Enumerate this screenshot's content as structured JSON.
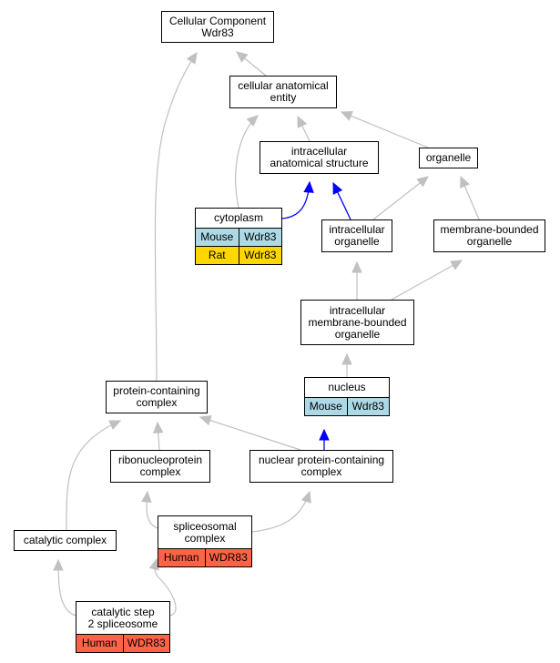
{
  "colors": {
    "edge_default": "#c0c0c0",
    "edge_highlight": "#0000ff",
    "mouse": "#add8e6",
    "rat": "#ffd700",
    "human": "#ff6347"
  },
  "nodes": {
    "root": {
      "label": "Cellular Component\nWdr83"
    },
    "cellular_anatomical_entity": {
      "label": "cellular anatomical\nentity"
    },
    "intracellular_anatomical_structure": {
      "label": "intracellular\nanatomical structure"
    },
    "organelle": {
      "label": "organelle"
    },
    "cytoplasm": {
      "label": "cytoplasm",
      "annotations": [
        {
          "species": "Mouse",
          "gene": "Wdr83"
        },
        {
          "species": "Rat",
          "gene": "Wdr83"
        }
      ]
    },
    "intracellular_organelle": {
      "label": "intracellular\norganelle"
    },
    "membrane_bounded_organelle": {
      "label": "membrane-bounded\norganelle"
    },
    "intracellular_membrane_bounded_organelle": {
      "label": "intracellular\nmembrane-bounded\norganelle"
    },
    "nucleus": {
      "label": "nucleus",
      "annotations": [
        {
          "species": "Mouse",
          "gene": "Wdr83"
        }
      ]
    },
    "protein_containing_complex": {
      "label": "protein-containing\ncomplex"
    },
    "ribonucleoprotein_complex": {
      "label": "ribonucleoprotein\ncomplex"
    },
    "nuclear_protein_containing_complex": {
      "label": "nuclear protein-containing\ncomplex"
    },
    "catalytic_complex": {
      "label": "catalytic complex"
    },
    "spliceosomal_complex": {
      "label": "spliceosomal\ncomplex",
      "annotations": [
        {
          "species": "Human",
          "gene": "WDR83"
        }
      ]
    },
    "catalytic_step_2_spliceosome": {
      "label": "catalytic step\n2 spliceosome",
      "annotations": [
        {
          "species": "Human",
          "gene": "WDR83"
        }
      ]
    }
  },
  "edges": [
    {
      "from": "cellular_anatomical_entity",
      "to": "root",
      "highlight": false
    },
    {
      "from": "protein_containing_complex",
      "to": "root",
      "highlight": false
    },
    {
      "from": "intracellular_anatomical_structure",
      "to": "cellular_anatomical_entity",
      "highlight": false
    },
    {
      "from": "organelle",
      "to": "cellular_anatomical_entity",
      "highlight": false
    },
    {
      "from": "cytoplasm",
      "to": "cellular_anatomical_entity",
      "highlight": false
    },
    {
      "from": "cytoplasm",
      "to": "intracellular_anatomical_structure",
      "highlight": true
    },
    {
      "from": "intracellular_organelle",
      "to": "intracellular_anatomical_structure",
      "highlight": true
    },
    {
      "from": "intracellular_organelle",
      "to": "organelle",
      "highlight": false
    },
    {
      "from": "membrane_bounded_organelle",
      "to": "organelle",
      "highlight": false
    },
    {
      "from": "intracellular_membrane_bounded_organelle",
      "to": "intracellular_organelle",
      "highlight": false
    },
    {
      "from": "intracellular_membrane_bounded_organelle",
      "to": "membrane_bounded_organelle",
      "highlight": false
    },
    {
      "from": "nucleus",
      "to": "intracellular_membrane_bounded_organelle",
      "highlight": false
    },
    {
      "from": "nuclear_protein_containing_complex",
      "to": "nucleus",
      "highlight": true
    },
    {
      "from": "nuclear_protein_containing_complex",
      "to": "protein_containing_complex",
      "highlight": false
    },
    {
      "from": "ribonucleoprotein_complex",
      "to": "protein_containing_complex",
      "highlight": false
    },
    {
      "from": "catalytic_complex",
      "to": "protein_containing_complex",
      "highlight": false
    },
    {
      "from": "spliceosomal_complex",
      "to": "ribonucleoprotein_complex",
      "highlight": false
    },
    {
      "from": "spliceosomal_complex",
      "to": "nuclear_protein_containing_complex",
      "highlight": false
    },
    {
      "from": "catalytic_step_2_spliceosome",
      "to": "catalytic_complex",
      "highlight": false
    },
    {
      "from": "catalytic_step_2_spliceosome",
      "to": "spliceosomal_complex",
      "highlight": false
    }
  ]
}
